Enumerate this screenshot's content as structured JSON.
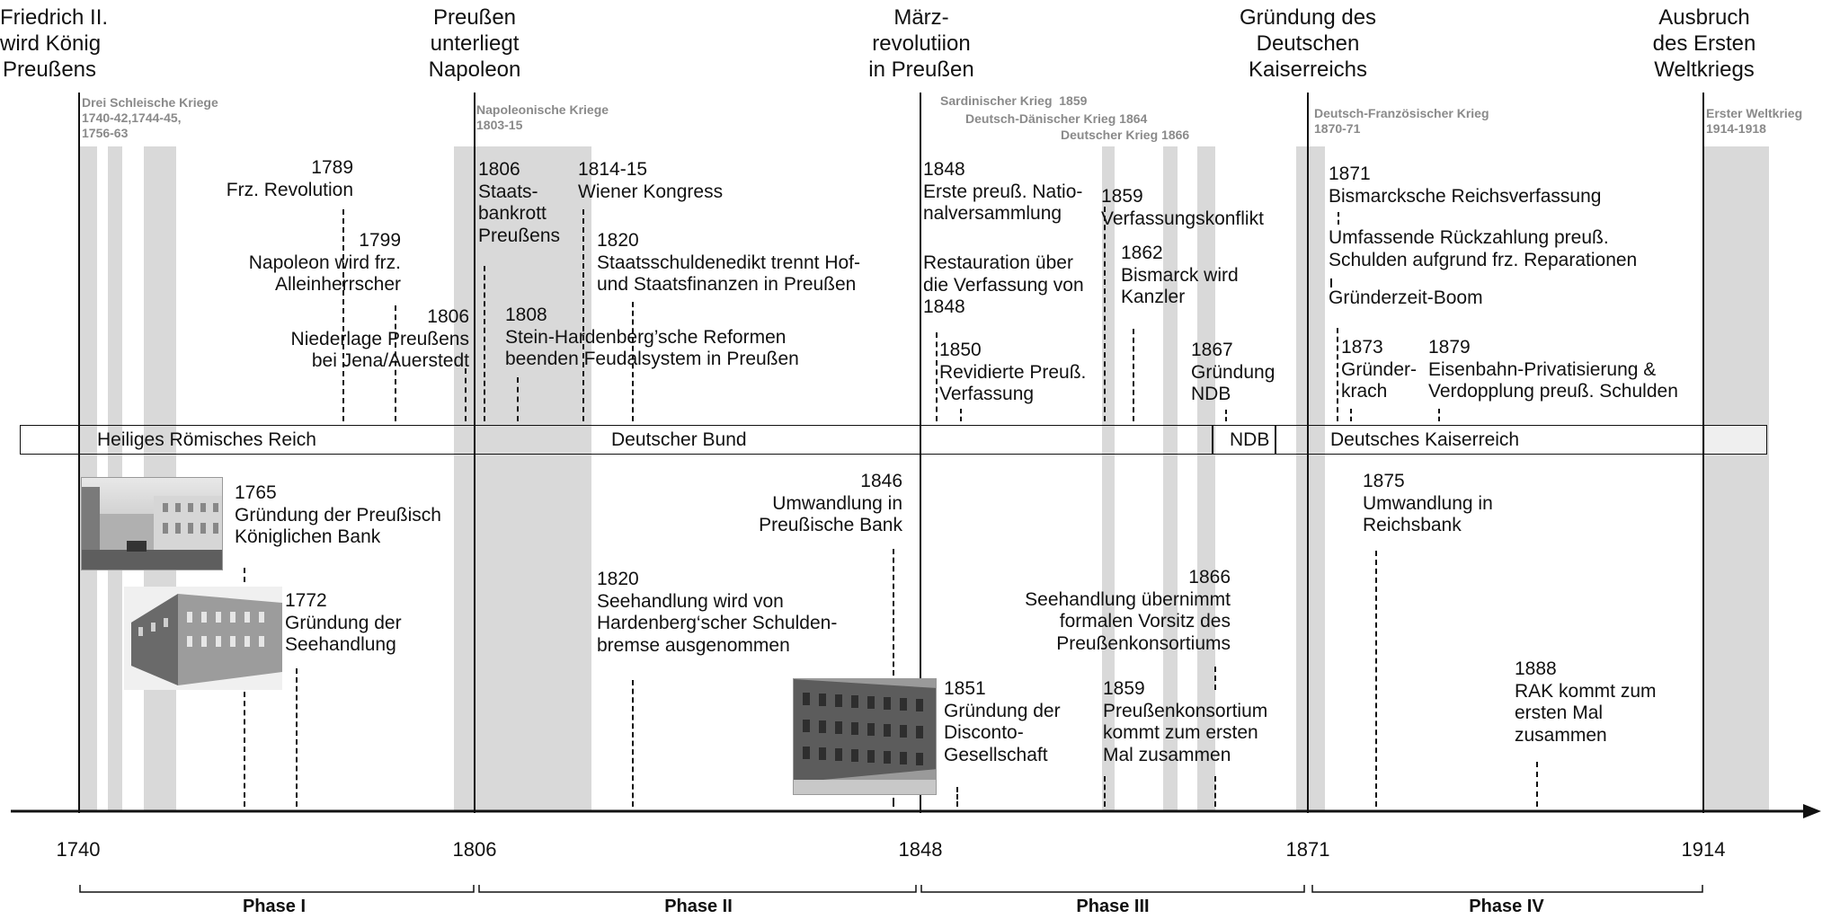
{
  "headers": {
    "h1740": "Friedrich II.\nwird König\nPreußens",
    "h1806": "Preußen\nunterliegt\nNapoleon",
    "h1848": "März-\nrevolutiion\nin Preußen",
    "h1871": "Gründung des\nDeutschen\nKaiserreichs",
    "h1914": "Ausbruch\ndes Ersten\nWeltkriegs"
  },
  "wars": {
    "schlesisch": "Drei Schleische Kriege\n1740-42,1744-45,\n1756-63",
    "napoleonisch": "Napoleonische Kriege\n1803-15",
    "sardinisch": "Sardinischer Krieg  1859",
    "daenisch": "Deutsch-Dänischer Krieg 1864",
    "deutsch": "Deutscher Krieg 1866",
    "franzoesisch": "Deutsch-Französischer Krieg\n1870-71",
    "weltkrieg": "Erster Weltkrieg\n1914-1918"
  },
  "upper_events": {
    "e1789": "1789\nFrz. Revolution",
    "e1799": "1799\nNapoleon wird frz.\nAlleinherrscher",
    "e1806": "1806\nNiederlage Preußens\nbei Jena/Auerstedt",
    "e1806b": "1806\nStaats-\nbankrott\nPreußens",
    "e1814": "1814-15\nWiener Kongress",
    "e1820": "1820\nStaatsschuldenedikt trennt Hof-\nund Staatsfinanzen in Preußen",
    "e1808": "1808\nStein-Hardenberg’sche Reformen\nbeenden Feudalsystem in Preußen",
    "e1848": "1848\nErste preuß. Natio-\nnalversammlung",
    "e1848b": "Restauration über\ndie Verfassung von\n1848",
    "e1850": "1850\nRevidierte Preuß.\nVerfassung",
    "e1859": "1859\nVerfassungskonflikt",
    "e1862": "1862\nBismarck wird\nKanzler",
    "e1867": "1867\nGründung\nNDB",
    "e1871": "1871\nBismarcksche Reichsverfassung",
    "e1871b": "Umfassende Rückzahlung preuß.\nSchulden aufgrund frz. Reparationen",
    "e1871c": "Gründerzeit-Boom",
    "e1873": "1873\nGründer-\nkrach",
    "e1879": "1879\nEisenbahn-Privatisierung &\nVerdopplung preuß. Schulden"
  },
  "states": {
    "hrr": "Heiliges Römisches Reich",
    "bund": "Deutscher Bund",
    "ndb": "NDB",
    "kaiserreich": "Deutsches Kaiserreich"
  },
  "lower_events": {
    "e1765": "1765\nGründung der Preußisch\nKöniglichen Bank",
    "e1772": "1772\nGründung der\nSeehandlung",
    "e1820": "1820\nSeehandlung wird von\nHardenberg‘scher Schulden-\nbremse ausgenommen",
    "e1846": "1846\nUmwandlung in\nPreußische Bank",
    "e1851": "1851\nGründung der\nDisconto-\nGesellschaft",
    "e1866": "1866\nSeehandlung übernimmt\nformalen Vorsitz des\nPreußenkonsortiums",
    "e1859": "1859\nPreußenkonsortium\nkommt zum ersten\nMal zusammen",
    "e1875": "1875\nUmwandlung in\nReichsbank",
    "e1888": "1888\nRAK kommt zum\nersten Mal\nzusammen"
  },
  "axis_years": [
    "1740",
    "1806",
    "1848",
    "1871",
    "1914"
  ],
  "phases": [
    "Phase I",
    "Phase II",
    "Phase III",
    "Phase IV"
  ],
  "colors": {
    "band": "#d9d9d9",
    "war_text": "#8a8a8a",
    "line": "#111111"
  },
  "images": [
    "bank-building-engraving",
    "seehandlung-building-photo",
    "disconto-building-photo"
  ]
}
